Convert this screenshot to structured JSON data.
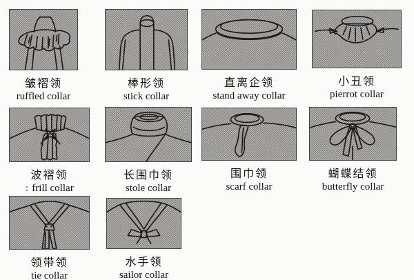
{
  "document": {
    "description": "collar styles reference chart",
    "colors": {
      "page_bg": "#fbfbfa",
      "halftone_bg": "#aeadaa",
      "line": "#1e1c1a",
      "text": "#131313",
      "border": "#45433f"
    },
    "cells": [
      {
        "zh": "皱褶领",
        "en": "ruffled collar",
        "drawing": "ruffled-collar-drawing"
      },
      {
        "zh": "棒形领",
        "en": "stick collar",
        "drawing": "stick-collar-drawing"
      },
      {
        "zh": "直离企领",
        "en": "stand away collar",
        "drawing": "stand-away-collar-drawing"
      },
      {
        "zh": "小丑领",
        "en": "pierrot collar",
        "drawing": "pierrot-collar-drawing"
      },
      {
        "zh": "波褶领",
        "en": "frill collar",
        "en_prefix": ":",
        "drawing": "frill-collar-drawing"
      },
      {
        "zh": "长围巾领",
        "en": "stole collar",
        "drawing": "stole-collar-drawing"
      },
      {
        "zh": "围巾领",
        "en": "scarf collar",
        "drawing": "scarf-collar-drawing"
      },
      {
        "zh": "蝴蝶结领",
        "en": "butterfly collar",
        "drawing": "butterfly-collar-drawing"
      },
      {
        "zh": "领带领",
        "en": "tie collar",
        "drawing": "tie-collar-drawing"
      },
      {
        "zh": "水手领",
        "en": "sailor collar",
        "drawing": "sailor-collar-drawing"
      }
    ]
  }
}
